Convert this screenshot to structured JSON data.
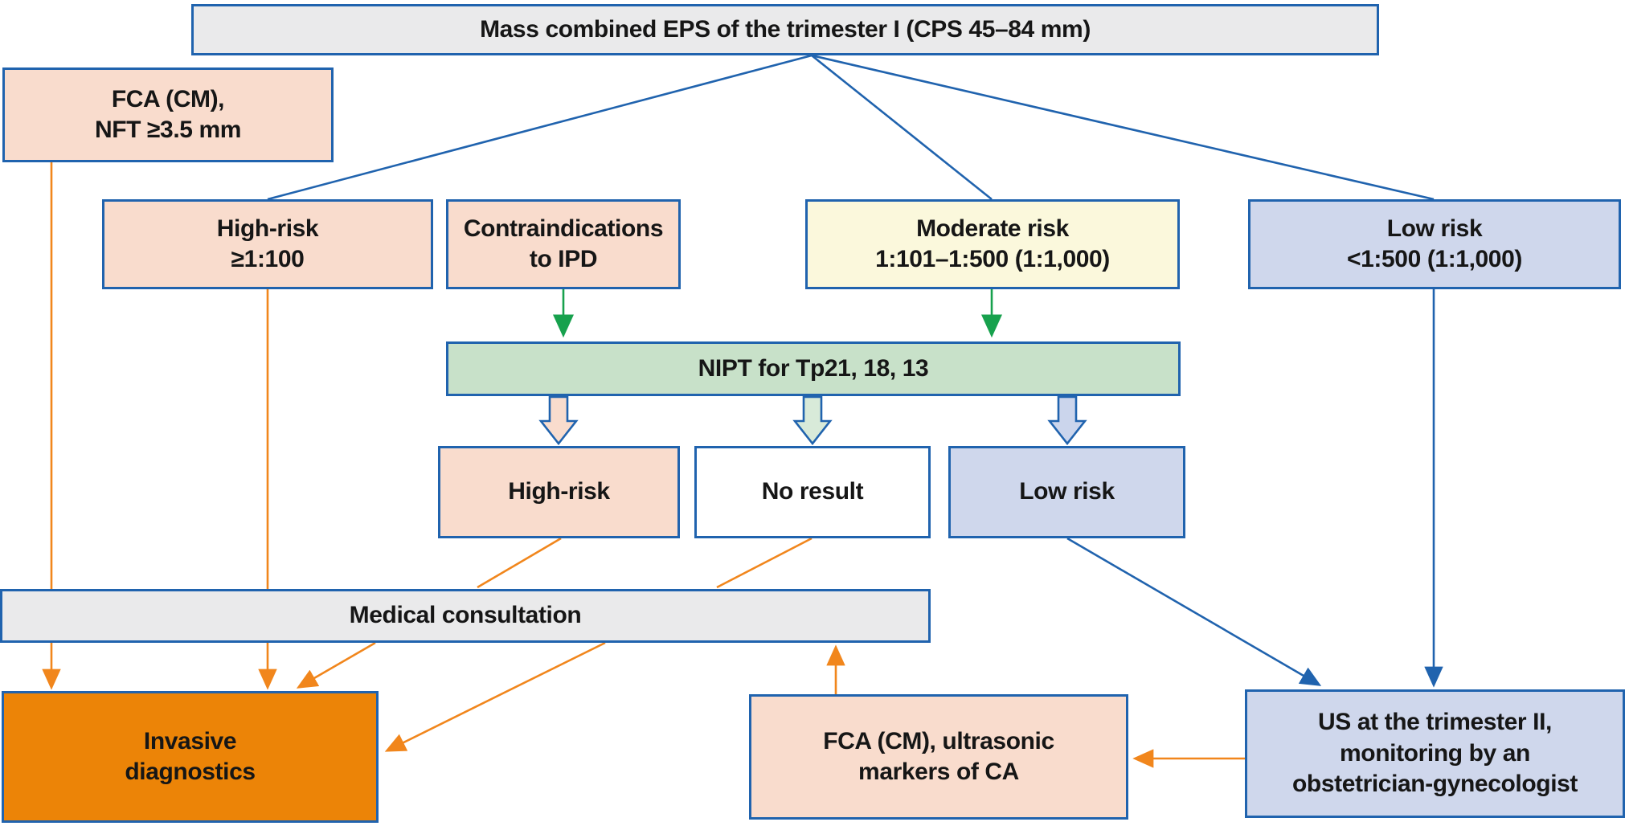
{
  "diagram": {
    "type": "flowchart",
    "topic": "Prenatal screening algorithm (trimester I combined EPS with NIPT triage)"
  },
  "colors": {
    "border_blue": "#2063AE",
    "line_blue": "#2063AE",
    "line_orange": "#F1861C",
    "line_green": "#17A14D",
    "fill_pink": "#F9DCCD",
    "fill_yellow": "#FBF8DC",
    "fill_lavender": "#CFD7EC",
    "fill_green": "#C8E1C9",
    "fill_gray": "#EAEAEB",
    "fill_orange": "#EC8407",
    "fill_white": "#FFFFFF",
    "block_arrow_pink": "#F9DCCD",
    "block_arrow_green": "#D8EAD9",
    "block_arrow_lavender": "#CBD5EC",
    "text": "#161616"
  },
  "nodes": {
    "mass_eps": {
      "label": "Mass combined EPS of the trimester I (CPS 45–84 mm)",
      "fill": "#EAEAEB"
    },
    "fca_nft": {
      "label": "FCA (CM),\nNFT ≥3.5 mm",
      "fill": "#F9DCCD"
    },
    "high_risk_1": {
      "label": "High-risk\n≥1:100",
      "fill": "#F9DCCD"
    },
    "contraindications": {
      "label": "Contraindications\nto IPD",
      "fill": "#F9DCCD"
    },
    "moderate_risk": {
      "label": "Moderate risk\n1:101–1:500 (1:1,000)",
      "fill": "#FBF8DC"
    },
    "low_risk_1": {
      "label": "Low risk\n<1:500 (1:1,000)",
      "fill": "#CFD7EC"
    },
    "nipt": {
      "label": "NIPT for Tp21, 18, 13",
      "fill": "#C8E1C9"
    },
    "high_risk_2": {
      "label": "High-risk",
      "fill": "#F9DCCD"
    },
    "no_result": {
      "label": "No result",
      "fill": "#FFFFFF"
    },
    "low_risk_2": {
      "label": "Low risk",
      "fill": "#CFD7EC"
    },
    "medical_consultation": {
      "label": "Medical consultation",
      "fill": "#EAEAEB"
    },
    "invasive": {
      "label": "Invasive\ndiagnostics",
      "fill": "#EC8407"
    },
    "fca_markers": {
      "label": "FCA (CM), ultrasonic\nmarkers of CA",
      "fill": "#F9DCCD"
    },
    "us_tr2": {
      "label": "US at the trimester II,\nmonitoring by an\nobstetrician-gynecologist",
      "fill": "#CFD7EC"
    }
  },
  "edges": [
    {
      "from": "mass_eps",
      "to": "high_risk_1",
      "color": "blue",
      "style": "line"
    },
    {
      "from": "mass_eps",
      "to": "moderate_risk",
      "color": "blue",
      "style": "line"
    },
    {
      "from": "mass_eps",
      "to": "low_risk_1",
      "color": "blue",
      "style": "line"
    },
    {
      "from": "contraindications",
      "to": "nipt",
      "color": "green",
      "style": "arrow"
    },
    {
      "from": "moderate_risk",
      "to": "nipt",
      "color": "green",
      "style": "arrow"
    },
    {
      "from": "nipt",
      "to": "high_risk_2",
      "color": "blue",
      "style": "block-arrow-pink"
    },
    {
      "from": "nipt",
      "to": "no_result",
      "color": "blue",
      "style": "block-arrow-green"
    },
    {
      "from": "nipt",
      "to": "low_risk_2",
      "color": "blue",
      "style": "block-arrow-lavender"
    },
    {
      "from": "fca_nft",
      "to": "invasive",
      "color": "orange",
      "style": "arrow"
    },
    {
      "from": "high_risk_1",
      "to": "invasive",
      "color": "orange",
      "style": "arrow"
    },
    {
      "from": "high_risk_2",
      "to": "medical_consultation",
      "color": "orange",
      "style": "line"
    },
    {
      "from": "no_result",
      "to": "medical_consultation",
      "color": "orange",
      "style": "line"
    },
    {
      "from": "medical_consultation",
      "to": "invasive",
      "color": "orange",
      "style": "arrow"
    },
    {
      "from": "medical_consultation",
      "to": "invasive",
      "color": "orange",
      "style": "arrow-long"
    },
    {
      "from": "fca_markers",
      "to": "medical_consultation",
      "color": "orange",
      "style": "arrow"
    },
    {
      "from": "us_tr2",
      "to": "fca_markers",
      "color": "orange",
      "style": "arrow"
    },
    {
      "from": "low_risk_2",
      "to": "us_tr2",
      "color": "blue",
      "style": "arrow"
    },
    {
      "from": "low_risk_1",
      "to": "us_tr2",
      "color": "blue",
      "style": "arrow"
    }
  ]
}
